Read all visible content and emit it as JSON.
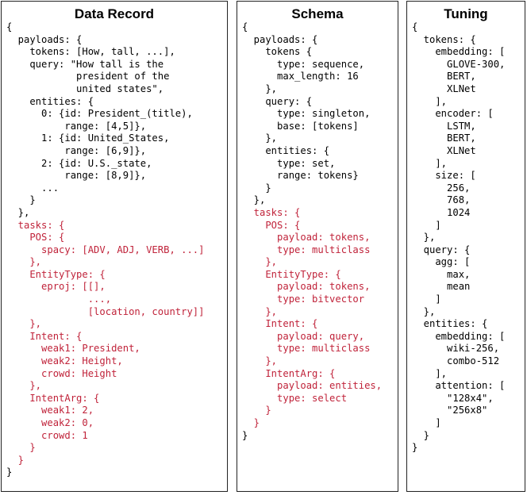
{
  "panels": [
    {
      "title": "Data Record",
      "lines": [
        {
          "t": "{",
          "c": "k"
        },
        {
          "t": "  payloads: {",
          "c": "k"
        },
        {
          "t": "    tokens: [How, tall, ...],",
          "c": "k"
        },
        {
          "t": "    query: \"How tall is the",
          "c": "k"
        },
        {
          "t": "            president of the",
          "c": "k"
        },
        {
          "t": "            united states\",",
          "c": "k"
        },
        {
          "t": "    entities: {",
          "c": "k"
        },
        {
          "t": "      0: {id: President_(title),",
          "c": "k"
        },
        {
          "t": "          range: [4,5]},",
          "c": "k"
        },
        {
          "t": "      1: {id: United_States,",
          "c": "k"
        },
        {
          "t": "          range: [6,9]},",
          "c": "k"
        },
        {
          "t": "      2: {id: U.S._state,",
          "c": "k"
        },
        {
          "t": "          range: [8,9]},",
          "c": "k"
        },
        {
          "t": "      ...",
          "c": "k"
        },
        {
          "t": "    }",
          "c": "k"
        },
        {
          "t": "  },",
          "c": "k"
        },
        {
          "t": "  tasks: {",
          "c": "r"
        },
        {
          "t": "    POS: {",
          "c": "r"
        },
        {
          "t": "      spacy: [ADV, ADJ, VERB, ...]",
          "c": "r"
        },
        {
          "t": "    },",
          "c": "r"
        },
        {
          "t": "    EntityType: {",
          "c": "r"
        },
        {
          "t": "      eproj: [[],",
          "c": "r"
        },
        {
          "t": "              ...,",
          "c": "r"
        },
        {
          "t": "              [location, country]]",
          "c": "r"
        },
        {
          "t": "    },",
          "c": "r"
        },
        {
          "t": "    Intent: {",
          "c": "r"
        },
        {
          "t": "      weak1: President,",
          "c": "r"
        },
        {
          "t": "      weak2: Height,",
          "c": "r"
        },
        {
          "t": "      crowd: Height",
          "c": "r"
        },
        {
          "t": "    },",
          "c": "r"
        },
        {
          "t": "    IntentArg: {",
          "c": "r"
        },
        {
          "t": "      weak1: 2,",
          "c": "r"
        },
        {
          "t": "      weak2: 0,",
          "c": "r"
        },
        {
          "t": "      crowd: 1",
          "c": "r"
        },
        {
          "t": "    }",
          "c": "r"
        },
        {
          "t": "  }",
          "c": "r"
        },
        {
          "t": "}",
          "c": "k"
        }
      ]
    },
    {
      "title": "Schema",
      "lines": [
        {
          "t": "{",
          "c": "k"
        },
        {
          "t": "  payloads: {",
          "c": "k"
        },
        {
          "t": "    tokens {",
          "c": "k"
        },
        {
          "t": "      type: sequence,",
          "c": "k"
        },
        {
          "t": "      max_length: 16",
          "c": "k"
        },
        {
          "t": "    },",
          "c": "k"
        },
        {
          "t": "    query: {",
          "c": "k"
        },
        {
          "t": "      type: singleton,",
          "c": "k"
        },
        {
          "t": "      base: [tokens]",
          "c": "k"
        },
        {
          "t": "    },",
          "c": "k"
        },
        {
          "t": "    entities: {",
          "c": "k"
        },
        {
          "t": "      type: set,",
          "c": "k"
        },
        {
          "t": "      range: tokens}",
          "c": "k"
        },
        {
          "t": "    }",
          "c": "k"
        },
        {
          "t": "  },",
          "c": "k"
        },
        {
          "t": "  tasks: {",
          "c": "r"
        },
        {
          "t": "    POS: {",
          "c": "r"
        },
        {
          "t": "      payload: tokens,",
          "c": "r"
        },
        {
          "t": "      type: multiclass",
          "c": "r"
        },
        {
          "t": "    },",
          "c": "r"
        },
        {
          "t": "    EntityType: {",
          "c": "r"
        },
        {
          "t": "      payload: tokens,",
          "c": "r"
        },
        {
          "t": "      type: bitvector",
          "c": "r"
        },
        {
          "t": "    },",
          "c": "r"
        },
        {
          "t": "    Intent: {",
          "c": "r"
        },
        {
          "t": "      payload: query,",
          "c": "r"
        },
        {
          "t": "      type: multiclass",
          "c": "r"
        },
        {
          "t": "    },",
          "c": "r"
        },
        {
          "t": "    IntentArg: {",
          "c": "r"
        },
        {
          "t": "      payload: entities,",
          "c": "r"
        },
        {
          "t": "      type: select",
          "c": "r"
        },
        {
          "t": "    }",
          "c": "r"
        },
        {
          "t": "  }",
          "c": "r"
        },
        {
          "t": "}",
          "c": "k"
        }
      ]
    },
    {
      "title": "Tuning",
      "lines": [
        {
          "t": "{",
          "c": "k"
        },
        {
          "t": "  tokens: {",
          "c": "k"
        },
        {
          "t": "    embedding: [",
          "c": "k"
        },
        {
          "t": "      GLOVE-300,",
          "c": "k"
        },
        {
          "t": "      BERT,",
          "c": "k"
        },
        {
          "t": "      XLNet",
          "c": "k"
        },
        {
          "t": "    ],",
          "c": "k"
        },
        {
          "t": "    encoder: [",
          "c": "k"
        },
        {
          "t": "      LSTM,",
          "c": "k"
        },
        {
          "t": "      BERT,",
          "c": "k"
        },
        {
          "t": "      XLNet",
          "c": "k"
        },
        {
          "t": "    ],",
          "c": "k"
        },
        {
          "t": "    size: [",
          "c": "k"
        },
        {
          "t": "      256,",
          "c": "k"
        },
        {
          "t": "      768,",
          "c": "k"
        },
        {
          "t": "      1024",
          "c": "k"
        },
        {
          "t": "    ]",
          "c": "k"
        },
        {
          "t": "  },",
          "c": "k"
        },
        {
          "t": "  query: {",
          "c": "k"
        },
        {
          "t": "    agg: [",
          "c": "k"
        },
        {
          "t": "      max,",
          "c": "k"
        },
        {
          "t": "      mean",
          "c": "k"
        },
        {
          "t": "    ]",
          "c": "k"
        },
        {
          "t": "  },",
          "c": "k"
        },
        {
          "t": "  entities: {",
          "c": "k"
        },
        {
          "t": "    embedding: [",
          "c": "k"
        },
        {
          "t": "      wiki-256,",
          "c": "k"
        },
        {
          "t": "      combo-512",
          "c": "k"
        },
        {
          "t": "    ],",
          "c": "k"
        },
        {
          "t": "    attention: [",
          "c": "k"
        },
        {
          "t": "      \"128x4\",",
          "c": "k"
        },
        {
          "t": "      \"256x8\"",
          "c": "k"
        },
        {
          "t": "    ]",
          "c": "k"
        },
        {
          "t": "  }",
          "c": "k"
        },
        {
          "t": "}",
          "c": "k"
        }
      ]
    }
  ]
}
